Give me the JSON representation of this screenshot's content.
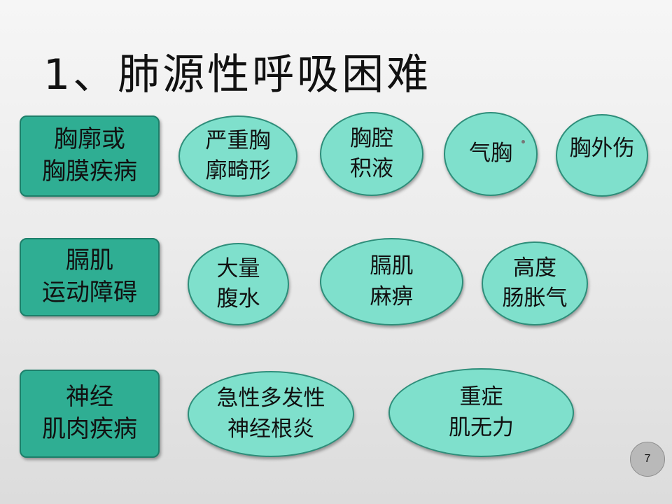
{
  "title": "1、肺源性呼吸困难",
  "rows": [
    {
      "category": [
        "胸廓或",
        "胸膜疾病"
      ],
      "items": [
        [
          "严重胸",
          "廓畸形"
        ],
        [
          "胸腔",
          "积液"
        ],
        [
          "气胸"
        ],
        [
          "胸外伤"
        ]
      ]
    },
    {
      "category": [
        "膈肌",
        "运动障碍"
      ],
      "items": [
        [
          "大量",
          "腹水"
        ],
        [
          "膈肌",
          "麻痹"
        ],
        [
          "高度",
          "肠胀气"
        ]
      ]
    },
    {
      "category": [
        "神经",
        "肌肉疾病"
      ],
      "items": [
        [
          "急性多发性",
          "神经根炎"
        ],
        [
          "重症",
          "肌无力"
        ]
      ]
    }
  ],
  "page_number": "7",
  "colors": {
    "category_fill": "#2fae93",
    "oval_fill": "#7fe0cc"
  }
}
